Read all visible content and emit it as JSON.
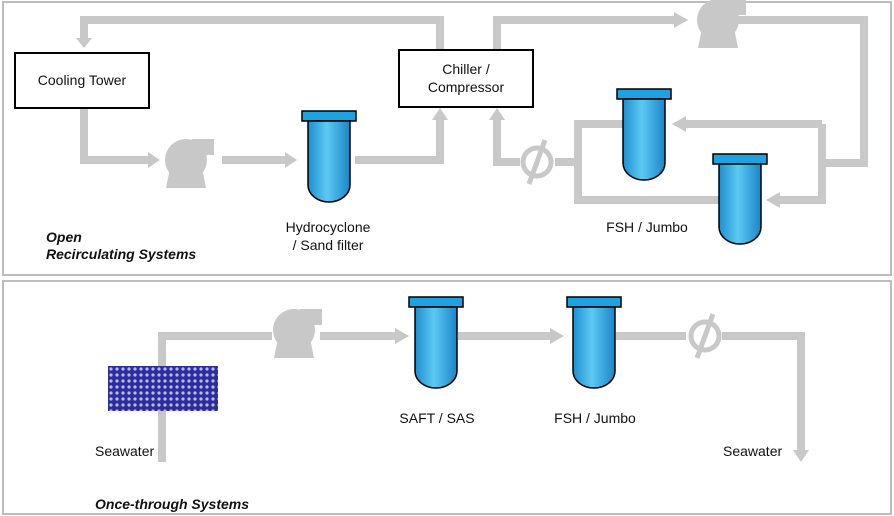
{
  "open_system": {
    "title_line1": "Open",
    "title_line2": "Recirculating Systems",
    "cooling_tower": "Cooling Tower",
    "chiller_line1": "Chiller /",
    "chiller_line2": "Compressor",
    "hydrocyclone_line1": "Hydrocyclone",
    "hydrocyclone_line2": "/ Sand filter",
    "fsh_jumbo": "FSH / Jumbo"
  },
  "once_through": {
    "title": "Once-through Systems",
    "seawater_in": "Seawater",
    "saft_sas": "SAFT / SAS",
    "fsh_jumbo": "FSH / Jumbo",
    "seawater_out": "Seawater"
  },
  "colors": {
    "pipe": "#c8c8c8",
    "filter_blue": "#29a8e0",
    "filter_cap": "#1fa2e0",
    "intake_grid": "#3b3bb0",
    "panel_border": "#bdbdbd"
  }
}
